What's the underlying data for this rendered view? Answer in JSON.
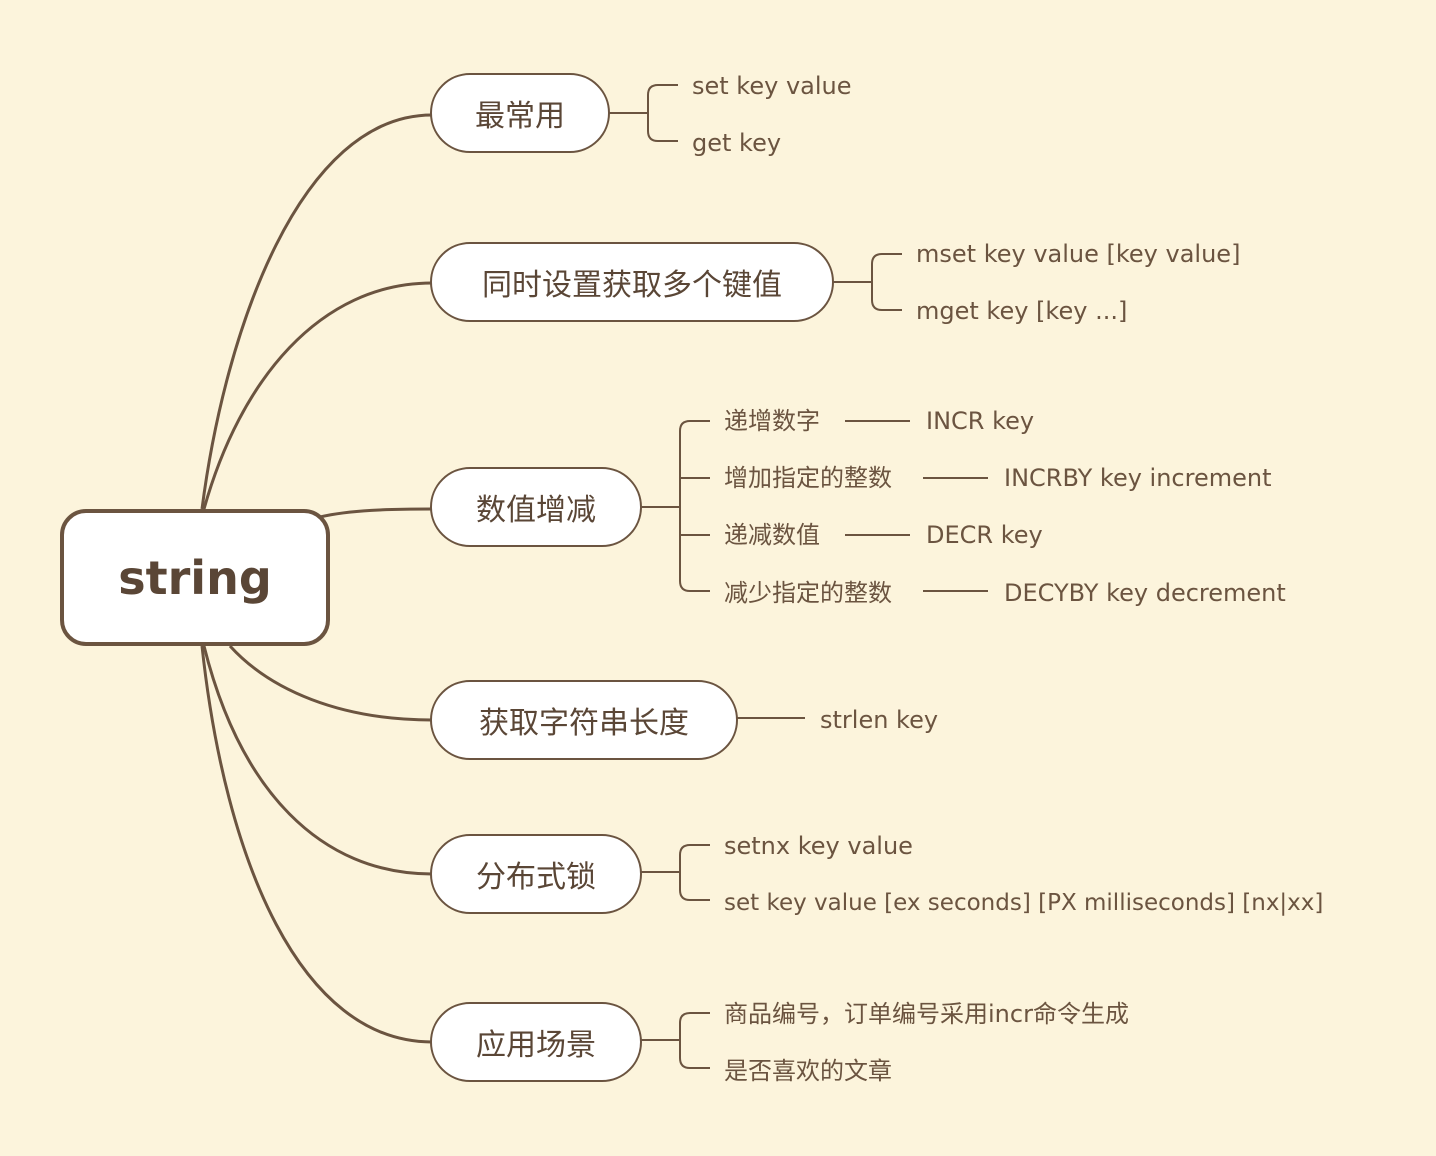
{
  "root": {
    "label": "string"
  },
  "branches": [
    {
      "label": "最常用",
      "items": [
        "set key value",
        "get key"
      ]
    },
    {
      "label": "同时设置获取多个键值",
      "items": [
        "mset key value [key value]",
        "mget key [key ...]"
      ]
    },
    {
      "label": "数值增减",
      "items": [
        {
          "label": "递增数字",
          "command": "INCR key"
        },
        {
          "label": "增加指定的整数",
          "command": "INCRBY key increment"
        },
        {
          "label": "递减数值",
          "command": "DECR key"
        },
        {
          "label": "减少指定的整数",
          "command": "DECYBY key decrement"
        }
      ]
    },
    {
      "label": "获取字符串长度",
      "items": [
        "strlen key"
      ]
    },
    {
      "label": "分布式锁",
      "items": [
        "setnx key value",
        "set key value [ex seconds] [PX milliseconds] [nx|xx]"
      ]
    },
    {
      "label": "应用场景",
      "items": [
        "商品编号，订单编号采用incr命令生成",
        "是否喜欢的文章"
      ]
    }
  ],
  "colors": {
    "background": "#fcf4dc",
    "line": "#6b5440",
    "node_fill": "#ffffff",
    "text": "#5a4636"
  }
}
